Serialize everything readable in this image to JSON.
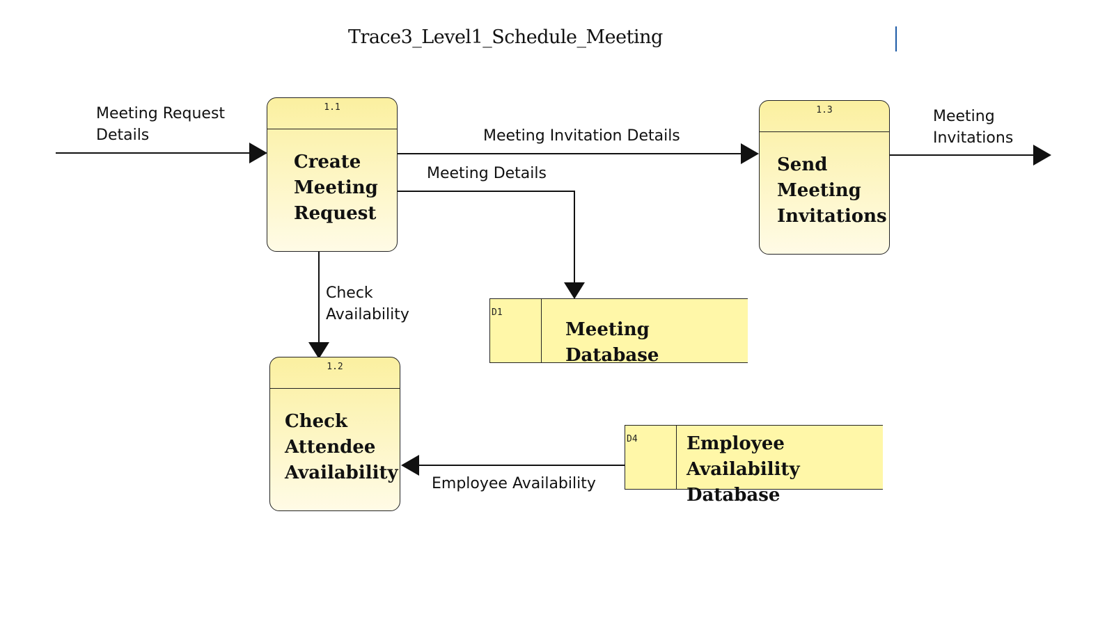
{
  "diagram": {
    "title": "Trace3_Level1_Schedule_Meeting",
    "processes": [
      {
        "id": "1.1",
        "name": "Create\nMeeting\nRequest"
      },
      {
        "id": "1.2",
        "name": "Check\nAttendee\nAvailability"
      },
      {
        "id": "1.3",
        "name": "Send\nMeeting\nInvitations"
      }
    ],
    "stores": [
      {
        "id": "D1",
        "name": "Meeting Database"
      },
      {
        "id": "D4",
        "name": "Employee\nAvailability Database"
      }
    ],
    "flows": {
      "meeting_request": "Meeting Request\nDetails",
      "meeting_invitation_details": "Meeting Invitation Details",
      "meeting_details": "Meeting Details",
      "meeting_invitations": "Meeting\nInvitations",
      "check_availability": "Check\nAvailability",
      "employee_availability": "Employee Availability"
    },
    "colors": {
      "process_fill_top": "#fbf0a0",
      "process_fill_bottom": "#fffbe6",
      "store_fill": "#fff7a8",
      "stroke": "#222222"
    }
  }
}
